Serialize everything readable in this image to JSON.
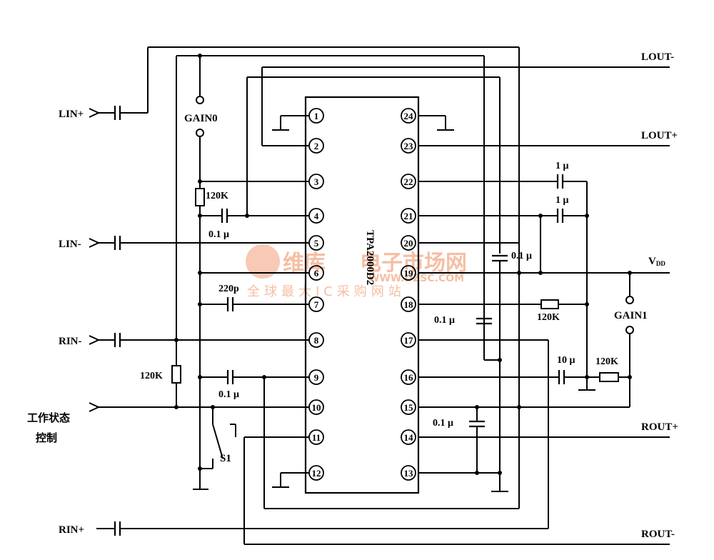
{
  "chip": {
    "name": "TPA2000D2",
    "left_pins": [
      "1",
      "2",
      "3",
      "4",
      "5",
      "6",
      "7",
      "8",
      "9",
      "10",
      "11",
      "12"
    ],
    "right_pins": [
      "24",
      "23",
      "22",
      "21",
      "20",
      "19",
      "18",
      "17",
      "16",
      "15",
      "14",
      "13"
    ]
  },
  "terminals": {
    "lin_plus": "LIN+",
    "lin_minus": "LIN-",
    "rin_minus": "RIN-",
    "rin_plus": "RIN+",
    "lout_minus": "LOUT-",
    "lout_plus": "LOUT+",
    "rout_plus": "ROUT+",
    "rout_minus": "ROUT-",
    "vdd_main": "V",
    "vdd_sub": "DD"
  },
  "controls": {
    "gain0": "GAIN0",
    "gain1": "GAIN1",
    "switch": "S1",
    "state_line1": "工作状态",
    "state_line2": "控制"
  },
  "components": {
    "r_120k_top": "120K",
    "c_4": "0.1 μ",
    "c_7": "220p",
    "r_120k_left": "120K",
    "c_9": "0.1 μ",
    "c_22": "1 μ",
    "c_21": "1 μ",
    "c_19": "0.1 μ",
    "c_17": "0.1 μ",
    "r_18": "120K",
    "c_16": "10 μ",
    "r_16": "120K",
    "c_14": "0.1 μ"
  },
  "watermark": {
    "brand": "维库",
    "title": "电子市场网",
    "url": "WWW.DZSC.COM",
    "slogan": "全球最大IC采购网站"
  }
}
